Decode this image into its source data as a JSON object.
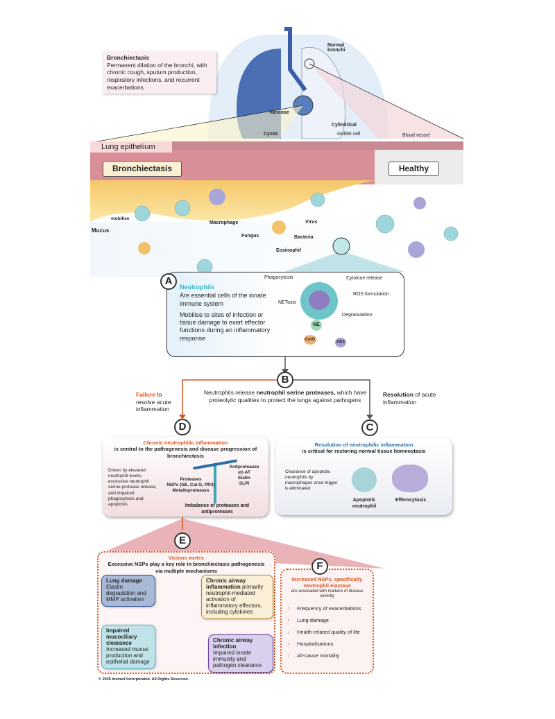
{
  "colors": {
    "failure": "#d9541e",
    "resolution_title": "#2a6fa8",
    "neutrophil_title": "#3bb6c2",
    "box_border": "#333333",
    "dashed": "#d9541e"
  },
  "top": {
    "info_title": "Bronchiectasis",
    "info_text": "Permanent dilation of the bronchi, with chronic cough, sputum production, respiratory infections, and recurrent exacerbations",
    "labels": {
      "normal_bronchi": "Normal bronchi",
      "varicose": "Varicose",
      "cylindrical": "Cylindrical",
      "cystic": "Cystic",
      "goblet_cell": "Goblet cell",
      "blood_vessel": "Blood vessel"
    }
  },
  "epithelium": {
    "title": "Lung epithelium",
    "bronchiectasis": "Bronchiectasis",
    "healthy": "Healthy",
    "labels": {
      "mobilise": "mobilise",
      "mucus": "Mucus",
      "macrophage": "Macrophage",
      "fungus": "Fungus",
      "virus": "Virus",
      "bacteria": "Bacteria",
      "eosinophil": "Eosinophil"
    }
  },
  "box_a": {
    "letter": "A",
    "title": "Neutrophils",
    "line1": "Are essential cells of the innate immune system",
    "line2": "Mobilise to sites of infection or tissue damage to exert effector functions during an inflammatory response",
    "labels": {
      "phagocytosis": "Phagocytosis",
      "cytokine": "Cytokine release",
      "ros": "ROS formulation",
      "netosis": "NETosis",
      "degranulation": "Degranulation",
      "ne": "NE",
      "catg": "CatG",
      "pr3": "PR3"
    }
  },
  "b": {
    "letter": "B",
    "text_pre": "Neutrophils release ",
    "text_bold": "neutrophil serine proteases,",
    "text_post": " which have proteolytic qualities to protect the lungs against pathogens",
    "failure_bold": "Failure",
    "failure_rest": " to resolve acute inflammation",
    "resolution_bold": "Resolution",
    "resolution_rest": " of acute inflammation"
  },
  "box_d": {
    "letter": "D",
    "title": "Chronic neutrophilic inflammation",
    "subtitle": "is central to the pathogenesis and disease progression of bronchiectasis",
    "text": "Driven by elevated neutrophil levels, excessive neutrophil serine protease release, and impaired phagocytosis and apoptosis",
    "proteases": "Proteases",
    "proteases_items": "NSPs (NE, Cat G, PR3)",
    "metallo": "Metalloproteases",
    "antiproteases": "Antiproteases",
    "anti_items": [
      "α1-AT",
      "Elafin",
      "SLPI"
    ],
    "imbalance": "Imbalance of proteases and antiproteases"
  },
  "box_c": {
    "letter": "C",
    "title": "Resolution of neutrophilic inflammation",
    "subtitle": "is critical for restoring normal tissue homeostasis",
    "text": "Clearance of apoptotic neutrophils by macrophages once trigger is eliminated",
    "apoptotic": "Apoptotic neutrophil",
    "efferocytosis": "Efferocytosis"
  },
  "box_e": {
    "letter": "E",
    "title": "Vicious vortex",
    "subtitle": "Excessive NSPs play a key role in bronchiectasis pathogenesis via multiple mechanisms",
    "lung_damage": {
      "title": "Lung damage",
      "text": "Elastin degradation and MMP activation"
    },
    "inflammation": {
      "title": "Chronic airway inflammation",
      "text": "primarily neutrophil-mediated activation of inflammatory effectors, including cytokines"
    },
    "mucociliary": {
      "title": "Impaired mucociliary clearance",
      "text": "Increased mucus production and epithelial damage"
    },
    "infection": {
      "title": "Chronic airway infection",
      "text": "Impaired innate immunity and pathogen clearance"
    }
  },
  "box_f": {
    "letter": "F",
    "title": "Increased NSPs, specifically neutrophil elastase",
    "subtitle": "are associated with markers of disease severity",
    "items": [
      {
        "dir": "↑",
        "label": "Frequency of exacerbations"
      },
      {
        "dir": "↑",
        "label": "Lung damage"
      },
      {
        "dir": "↓",
        "label": "Health-related quality of life"
      },
      {
        "dir": "↑",
        "label": "Hospitalisations"
      },
      {
        "dir": "↑",
        "label": "All-cause mortality"
      }
    ]
  },
  "copyright": "© 2025 Insmed Incorporated. All Rights Reserved."
}
